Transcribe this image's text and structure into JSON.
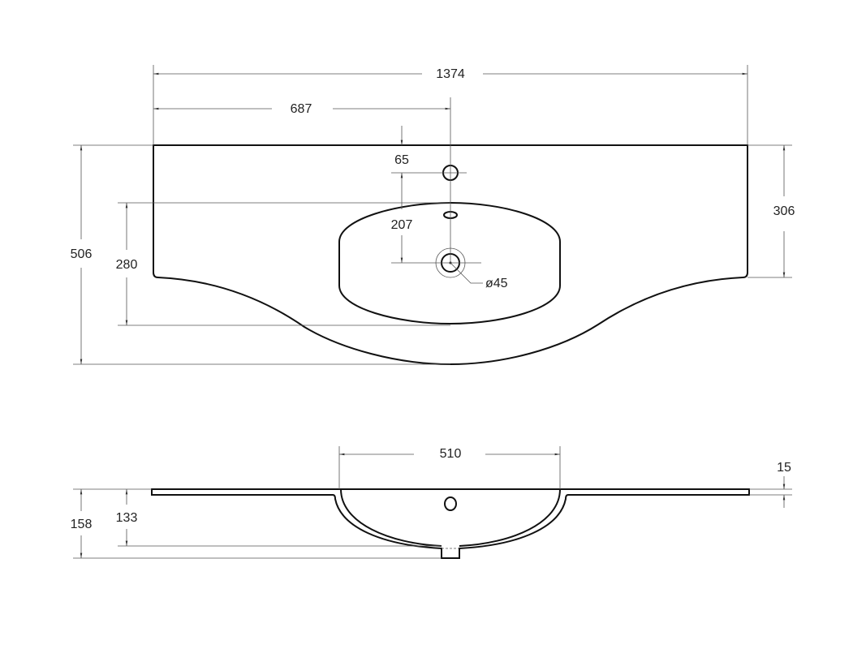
{
  "top_view": {
    "overall_width": "1374",
    "half_width": "687",
    "tap_offset": "65",
    "tap_to_drain": "207",
    "drain_diameter": "ø45",
    "overall_depth": "506",
    "side_depth": "306",
    "basin_depth": "280"
  },
  "side_view": {
    "basin_width": "510",
    "slab_thickness": "15",
    "basin_height": "133",
    "total_height": "158"
  }
}
